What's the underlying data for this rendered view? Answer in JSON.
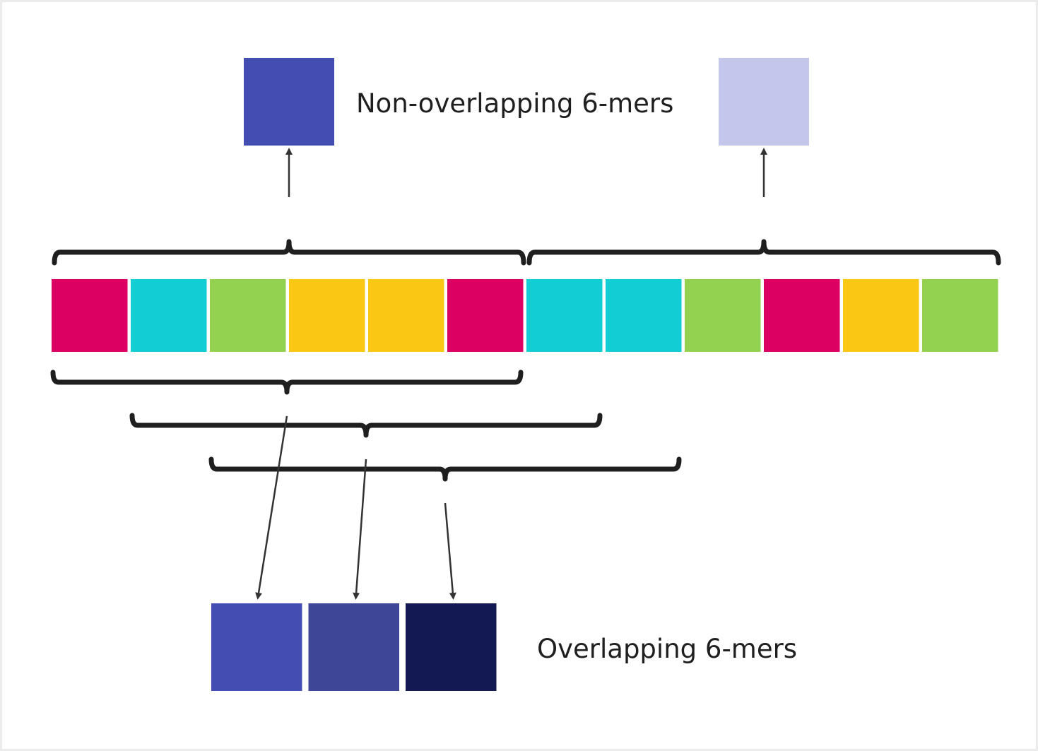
{
  "labels": {
    "non_overlapping": "Non-overlapping 6-mers",
    "overlapping": "Overlapping 6-mers"
  },
  "sequence": [
    {
      "color": "#dc0062"
    },
    {
      "color": "#12ced4"
    },
    {
      "color": "#93d250"
    },
    {
      "color": "#fac814"
    },
    {
      "color": "#fac814"
    },
    {
      "color": "#dc0062"
    },
    {
      "color": "#12ced4"
    },
    {
      "color": "#12ced4"
    },
    {
      "color": "#93d250"
    },
    {
      "color": "#dc0062"
    },
    {
      "color": "#fac814"
    },
    {
      "color": "#93d250"
    }
  ],
  "kmer_size": 6,
  "non_overlapping_kmers": [
    {
      "start": 0,
      "color": "#434db2"
    },
    {
      "start": 6,
      "color": "#c4c6ec"
    }
  ],
  "overlapping_kmers": [
    {
      "start": 0,
      "color": "#434db2"
    },
    {
      "start": 1,
      "color": "#3e4797"
    },
    {
      "start": 2,
      "color": "#131a53"
    }
  ],
  "icons": {
    "arrow": "arrow-icon",
    "brace": "curly-brace"
  },
  "colors": {
    "stroke": "#1f1f1f",
    "arrow": "#333333"
  }
}
